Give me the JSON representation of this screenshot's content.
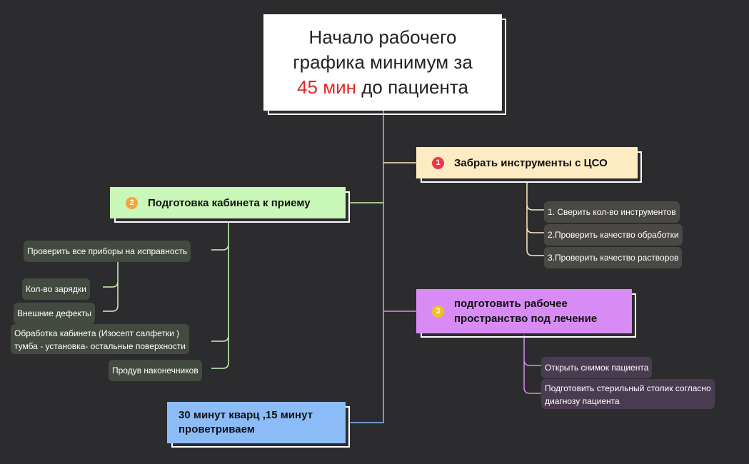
{
  "root": {
    "line1": "Начало рабочего",
    "line2": "графика минимум за",
    "line3_highlight": "45 мин",
    "line3_rest": " до пациента"
  },
  "topics": [
    {
      "id": 1,
      "badge": "1",
      "label": "Забрать инструменты с ЦСО",
      "color": "#fdebc2",
      "badge_color": "#f0344a",
      "items": [
        "1. Сверить кол-во инструментов",
        "2.Проверить качество обработки",
        "3.Проверить качество растворов"
      ]
    },
    {
      "id": 2,
      "badge": "2",
      "label": "Подготовка кабинета к приему",
      "color": "#c9f7b8",
      "badge_color": "#f7a23a",
      "items": [
        "Проверить все приборы на исправность",
        "Кол-во зарядки",
        "Внешние дефекты",
        "Обработка кабинета (Изосепт салфетки )",
        "тумба - установка- остальные поверхности",
        "Продув наконечников"
      ]
    },
    {
      "id": 3,
      "badge": "3",
      "label_line1": "подготовить рабочее",
      "label_line2": "пространство  под лечение",
      "color": "#d88bf5",
      "badge_color": "#f3c21a",
      "items": [
        "Открыть  снимок пациента",
        "Подготовить стерильный столик согласно",
        "диагнозу пациента"
      ]
    },
    {
      "id": 4,
      "label_line1": "30 минут кварц ,15 минут",
      "label_line2": "проветриваем",
      "color": "#8cbcf8"
    }
  ]
}
